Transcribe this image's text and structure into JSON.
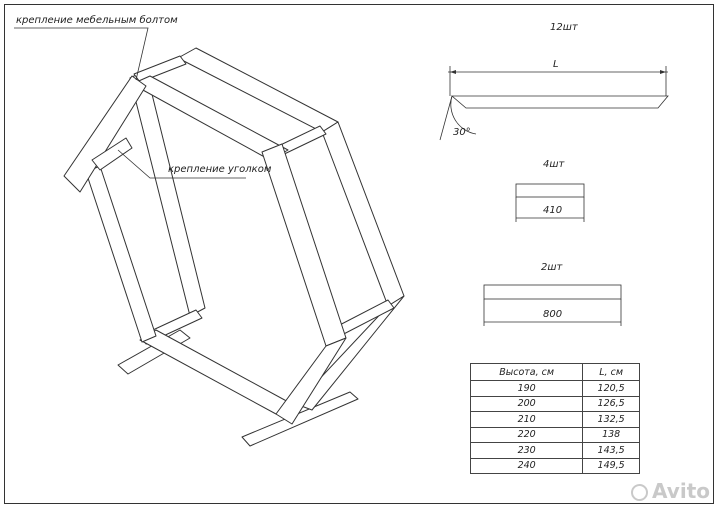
{
  "labels": {
    "bolt_note": "крепление мебельным болтом",
    "corner_note": "крепление уголком"
  },
  "parts": [
    {
      "qty": "12шт",
      "dim": "L",
      "angle": "30°"
    },
    {
      "qty": "4шт",
      "dim": "410"
    },
    {
      "qty": "2шт",
      "dim": "800"
    }
  ],
  "table": {
    "headers": [
      "Высота, см",
      "L, см"
    ],
    "rows": [
      [
        "190",
        "120,5"
      ],
      [
        "200",
        "126,5"
      ],
      [
        "210",
        "132,5"
      ],
      [
        "220",
        "138"
      ],
      [
        "230",
        "143,5"
      ],
      [
        "240",
        "149,5"
      ]
    ]
  },
  "watermark": "Avito"
}
